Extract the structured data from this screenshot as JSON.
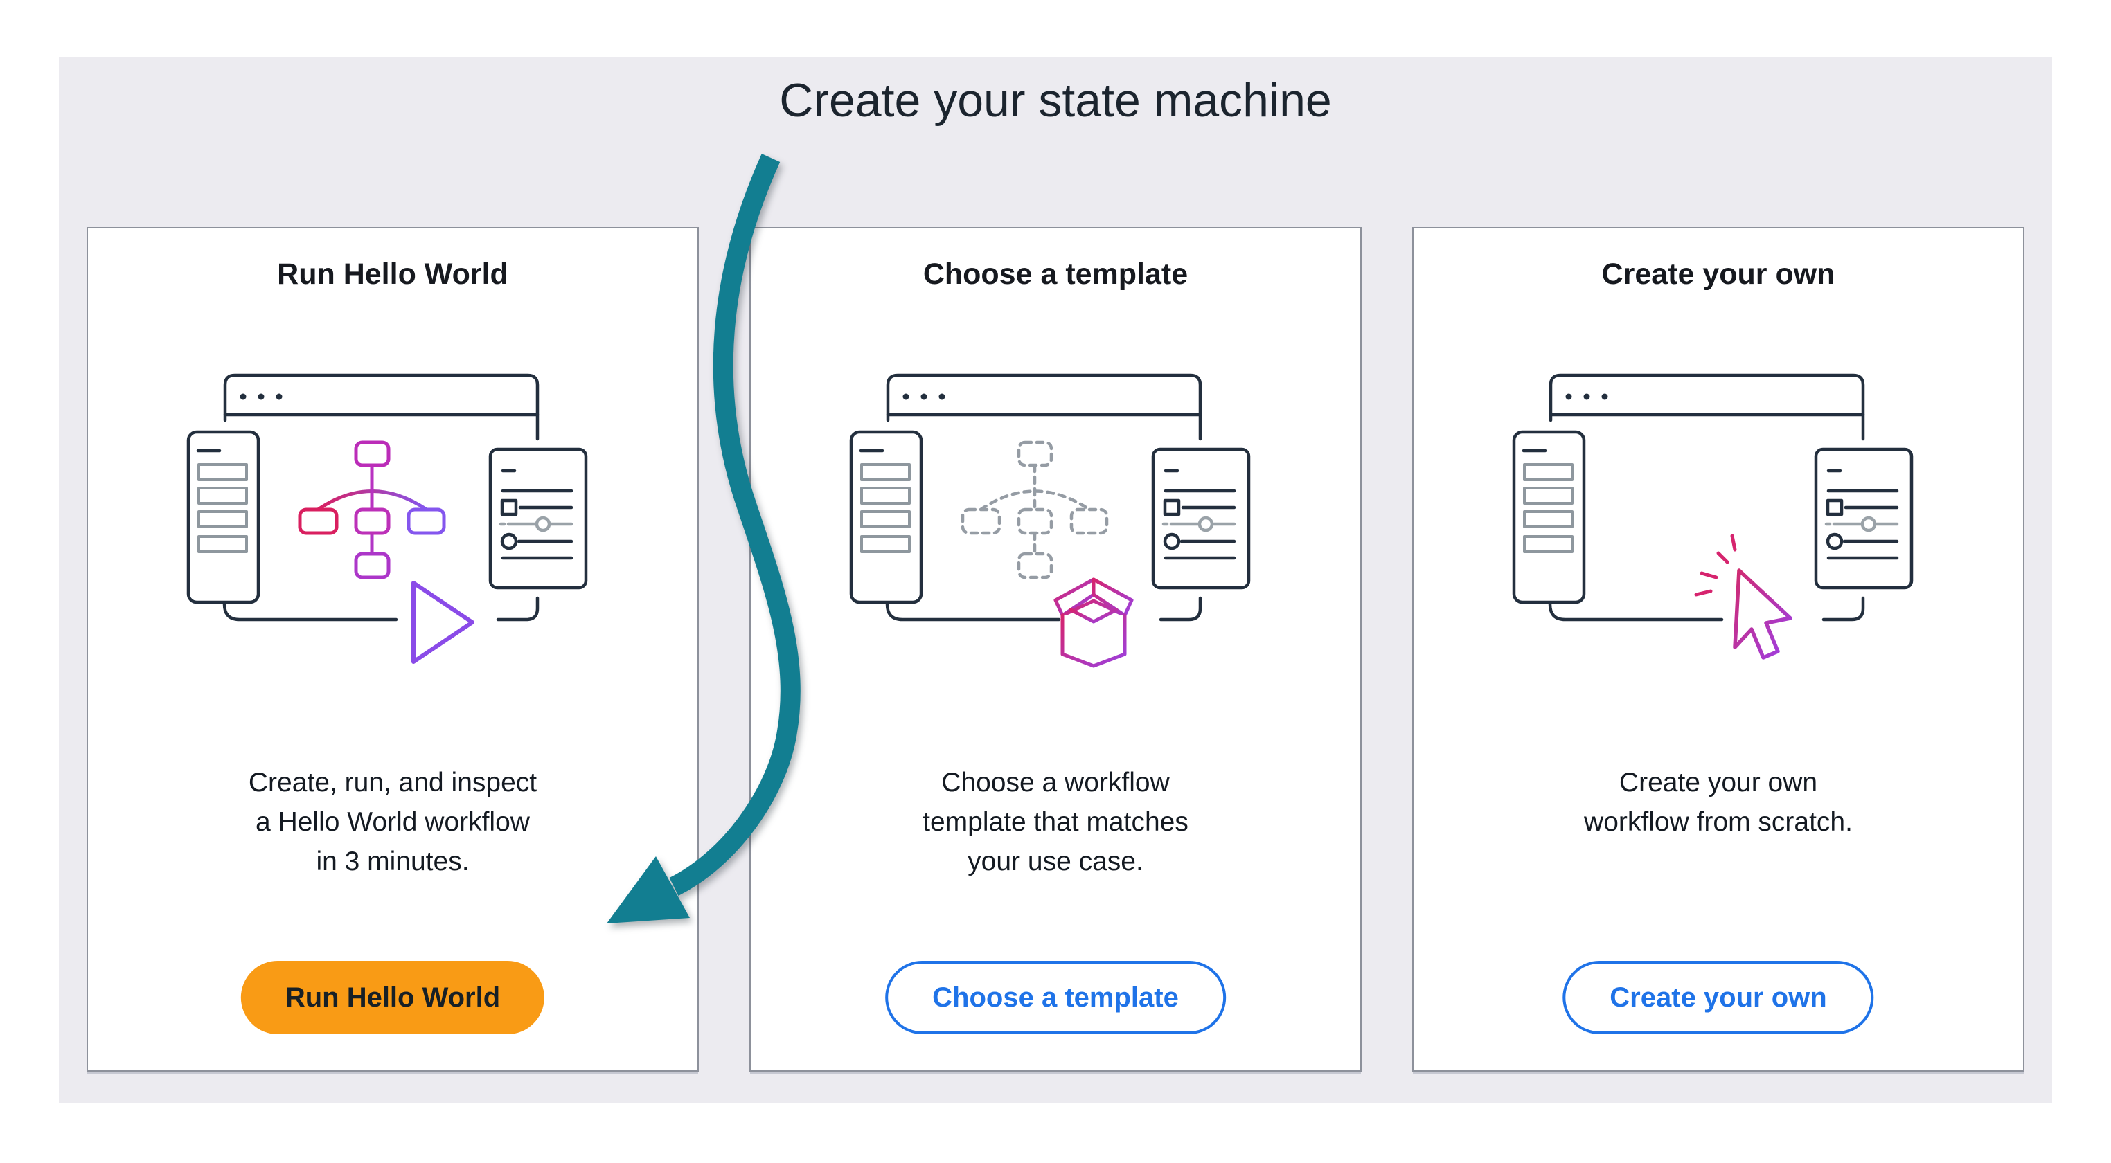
{
  "page": {
    "title": "Create your state machine"
  },
  "cards": [
    {
      "heading": "Run Hello World",
      "body": "Create, run, and inspect\na Hello World workflow\nin 3 minutes.",
      "button": {
        "label": "Run Hello World",
        "style": "primary"
      },
      "illustration": "workflow-editor-with-flowchart-and-play"
    },
    {
      "heading": "Choose a template",
      "body": "Choose a workflow\ntemplate that matches\nyour use case.",
      "button": {
        "label": "Choose a template",
        "style": "secondary"
      },
      "illustration": "workflow-editor-with-dashed-flowchart-and-package"
    },
    {
      "heading": "Create your own",
      "body": "Create your own\nworkflow from scratch.",
      "button": {
        "label": "Create your own",
        "style": "secondary"
      },
      "illustration": "workflow-editor-with-cursor-click"
    }
  ],
  "annotation": {
    "type": "arrow",
    "points_to": "Run Hello World button",
    "color": "#127e91"
  },
  "colors": {
    "panel_bg": "#ecebf0",
    "card_border": "#8d919b",
    "primary_button_bg": "#f99b15",
    "secondary_button_blue": "#1f73e8",
    "arrow_teal": "#127e91",
    "illustration_dark": "#232f3e",
    "illustration_gray": "#8e979e",
    "flow_pink": "#d91f5f",
    "flow_purple": "#8456ee"
  }
}
